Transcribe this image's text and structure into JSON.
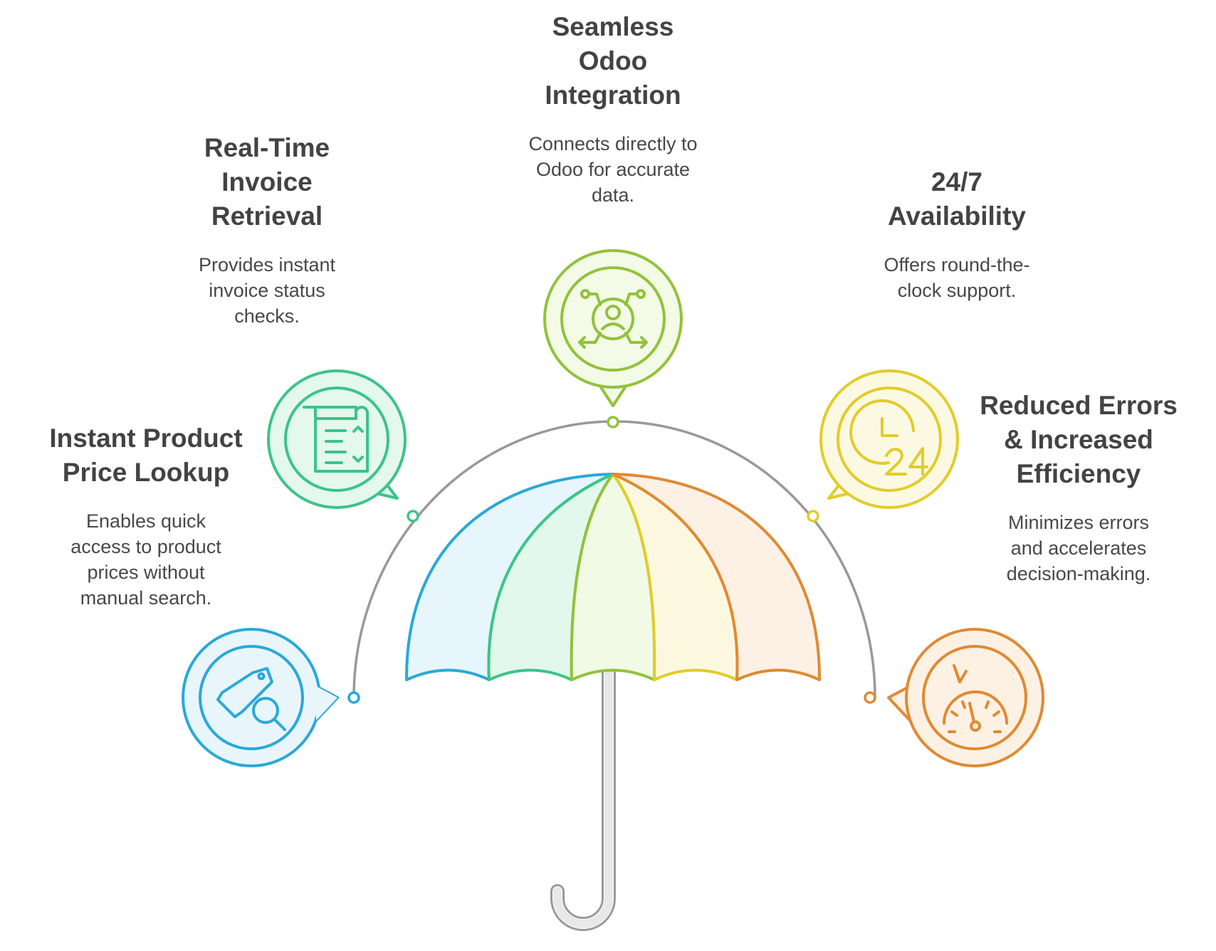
{
  "items": [
    {
      "key": "instant-product-price-lookup",
      "title_lines": [
        "Instant Product",
        "Price Lookup"
      ],
      "desc_lines": [
        "Enables quick",
        "access to product",
        "prices without",
        "manual search."
      ],
      "icon": "price-tag-search-icon",
      "color": "#2aa8d8",
      "fill": "#e8f6fc"
    },
    {
      "key": "real-time-invoice-retrieval",
      "title_lines": [
        "Real-Time",
        "Invoice",
        "Retrieval"
      ],
      "desc_lines": [
        "Provides instant",
        "invoice status",
        "checks."
      ],
      "icon": "invoice-document-icon",
      "color": "#3cc488",
      "fill": "#e4f8ee"
    },
    {
      "key": "seamless-odoo-integration",
      "title_lines": [
        "Seamless",
        "Odoo",
        "Integration"
      ],
      "desc_lines": [
        "Connects directly to",
        "Odoo for accurate",
        "data."
      ],
      "icon": "user-network-icon",
      "color": "#92c23a",
      "fill": "#f3fae6"
    },
    {
      "key": "availability-24-7",
      "title_lines": [
        "24/7",
        "Availability"
      ],
      "desc_lines": [
        "Offers round-the-",
        "clock support."
      ],
      "icon": "clock-24-icon",
      "color": "#e2cc2a",
      "fill": "#fcf9e2"
    },
    {
      "key": "reduced-errors-increased-efficiency",
      "title_lines": [
        "Reduced Errors",
        "& Increased",
        "Efficiency"
      ],
      "desc_lines": [
        "Minimizes errors",
        "and accelerates",
        "decision-making."
      ],
      "icon": "speedometer-icon",
      "color": "#e08a32",
      "fill": "#fdf1e4"
    }
  ],
  "umbrella": {
    "panel_colors": [
      "#2aa8d8",
      "#3cc488",
      "#92c23a",
      "#e2cc2a",
      "#e08a32"
    ],
    "panel_fills": [
      "#e6f6fc",
      "#e2f8ec",
      "#f1fae4",
      "#fcf8e0",
      "#fdf0e4"
    ],
    "arc_color": "#999999",
    "handle_color": "#a8a8a8"
  }
}
